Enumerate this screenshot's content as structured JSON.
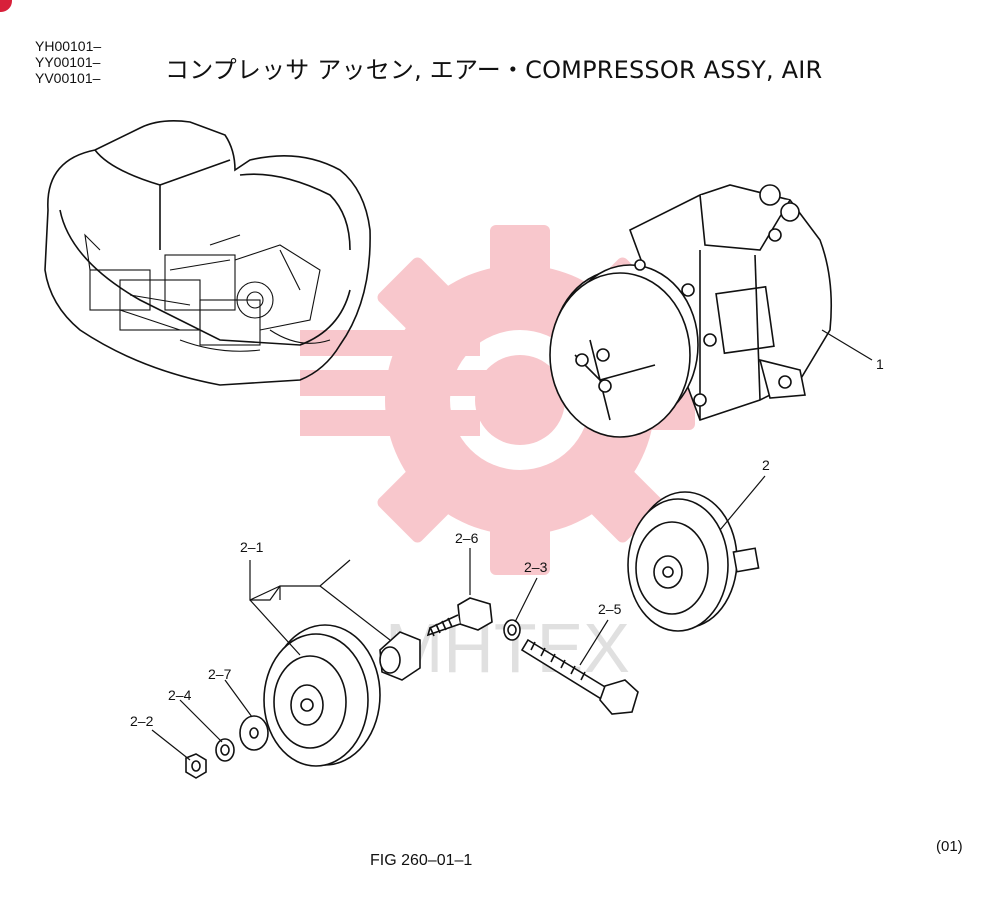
{
  "header": {
    "serial_numbers": [
      "YH00101–",
      "YY00101–",
      "YV00101–"
    ],
    "title": "コンプレッサ アッセン, エアー・COMPRESSOR ASSY, AIR"
  },
  "callouts": {
    "c1": "1",
    "c2": "2",
    "c2_1": "2–1",
    "c2_2": "2–2",
    "c2_3": "2–3",
    "c2_4": "2–4",
    "c2_5": "2–5",
    "c2_6": "2–6",
    "c2_7": "2–7"
  },
  "watermark": {
    "text": "MHTEX",
    "color": "#e83a4a"
  },
  "footer": {
    "figure_label": "FIG 260–01–1",
    "page_code": "(01)"
  }
}
